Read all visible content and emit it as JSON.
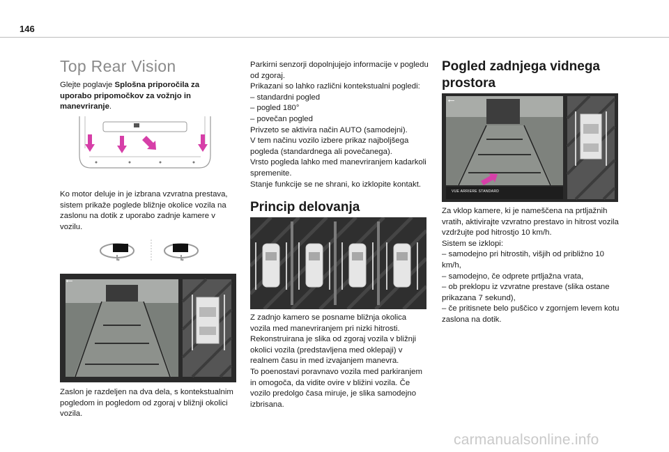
{
  "page": {
    "number": "146"
  },
  "col1": {
    "title": "Top Rear Vision",
    "intro_prefix": "Glejte poglavje ",
    "intro_bold": "Splošna priporočila za uporabo pripomočkov za vožnjo in manevriranje",
    "intro_suffix": ".",
    "para1": "Ko motor deluje in je izbrana vzvratna prestava, sistem prikaže poglede bližnje okolice vozila na zaslonu na dotik z uporabo zadnje kamere v vozilu.",
    "para2": "Zaslon je razdeljen na dva dela, s kontekstualnim pogledom in pogledom od zgoraj v bližnji okolici vozila."
  },
  "col2": {
    "lines": [
      "Parkirni senzorji dopolnjujejo informacije v pogledu od zgoraj.",
      "Prikazani so lahko različni kontekstualni pogledi:",
      "– standardni pogled",
      "– pogled 180°",
      "– povečan pogled",
      "Privzeto se aktivira način AUTO (samodejni).",
      "V tem načinu vozilo izbere prikaz najboljšega pogleda (standardnega ali povečanega).",
      "Vrsto pogleda lahko med manevriranjem kadarkoli spremenite.",
      "Stanje funkcije se ne shrani, ko izklopite kontakt."
    ],
    "heading": "Princip delovanja",
    "para": [
      "Z zadnjo kamero se posname bližnja okolica vozila med manevriranjem pri nizki hitrosti.",
      "Rekonstruirana je slika od zgoraj vozila v bližnji okolici vozila (predstavljena med oklepaji) v realnem času in med izvajanjem manevra.",
      "To poenostavi poravnavo vozila med parkiranjem in omogoča, da vidite ovire v bližini vozila. Če vozilo predolgo časa miruje, je slika samodejno izbrisana."
    ]
  },
  "col3": {
    "heading": "Pogled zadnjega vidnega prostora",
    "screen_label": "VUE ARRIERE STANDARD",
    "lines": [
      "Za vklop kamere, ki je nameščena na prtljažnih vratih, aktivirajte vzvratno prestavo in hitrost vozila vzdržujte pod hitrostjo 10 km/h.",
      "Sistem se izklopi:",
      "– samodejno pri hitrostih, višjih od približno 10 km/h,",
      "– samodejno, če odprete prtljažna vrata,",
      "– ob preklopu iz vzvratne prestave (slika ostane prikazana 7 sekund),",
      "– če pritisnete belo puščico v zgornjem levem kotu zaslona na dotik."
    ]
  },
  "icons": {
    "back_arrow": "←",
    "back_arrow_icon": "back-arrow-icon"
  },
  "colors": {
    "accent_arrow": "#d63fa8",
    "screen_bg": "#2a2a2a"
  },
  "footer": {
    "watermark": "carmanualsonline.info"
  }
}
